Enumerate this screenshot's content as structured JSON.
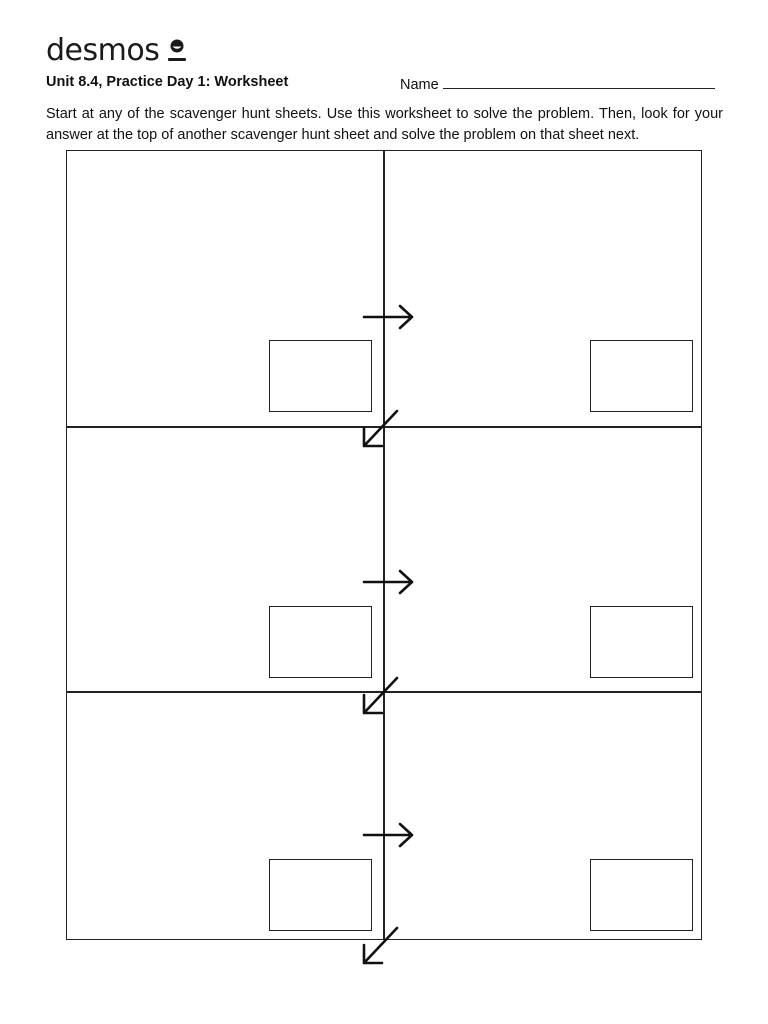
{
  "header": {
    "logo_text": "desmos",
    "logo_icon": "desmos-person-icon",
    "title": "Unit 8.4, Practice Day 1: Worksheet",
    "name_label": "Name"
  },
  "instructions": "Start at any of the scavenger hunt sheets. Use this worksheet to solve the problem. Then, look for your answer at the top of another scavenger hunt sheet and solve the problem on that sheet next.",
  "icons": {
    "right_arrow": "arrow-right-icon",
    "down_left_arrow": "arrow-down-left-icon"
  }
}
